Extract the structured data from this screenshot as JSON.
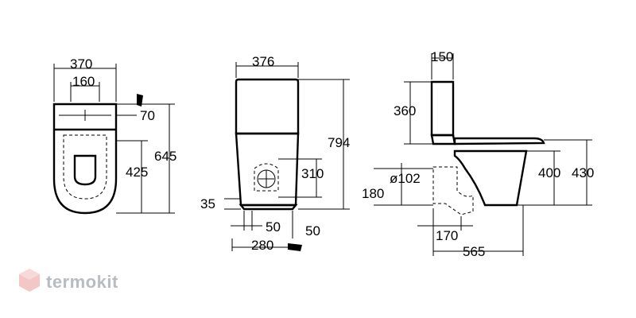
{
  "front_view": {
    "width_total": "376",
    "height_total": "794",
    "outlet_height": "310",
    "foot_offset": "35",
    "outlet_offset": "50",
    "base_depth": "280",
    "bottom_right": "50"
  },
  "top_view": {
    "width_total": "370",
    "hole_spacing": "160",
    "hole_offset": "70",
    "length_total": "645",
    "bowl_length": "425"
  },
  "side_view": {
    "tank_depth": "150",
    "tank_height": "360",
    "pipe_diameter": "ø102",
    "outlet_height": "180",
    "seat_height": "400",
    "rim_height": "430",
    "outlet_distance": "170",
    "total_depth": "565"
  },
  "brand": {
    "name": "termokit",
    "logo_color": "#f4c7c7"
  }
}
